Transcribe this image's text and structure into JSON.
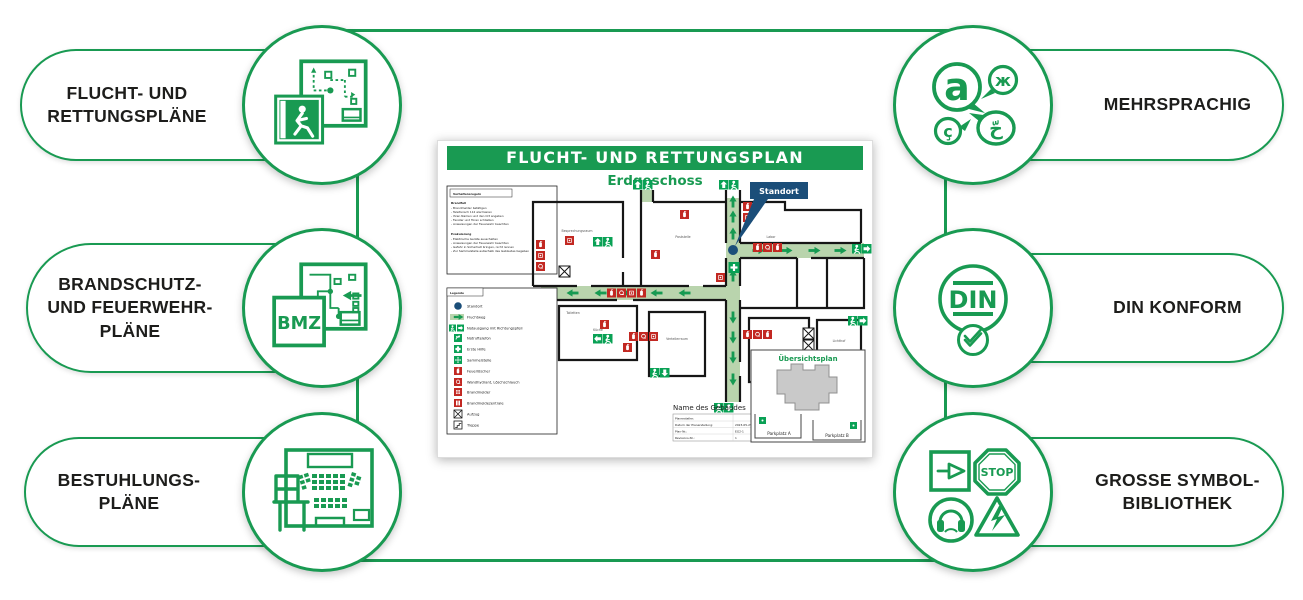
{
  "palette": {
    "green": "#199a52",
    "sign_green": "#09a155",
    "route_green": "#b9d4ad",
    "red": "#c22822",
    "navy": "#1b4e79",
    "footprint_gray": "#c9c9c9"
  },
  "features": {
    "left": [
      {
        "icon": "escape-plan-icon",
        "lines": [
          "FLUCHT- UND",
          "RETTUNGSPLÄNE"
        ]
      },
      {
        "icon": "fire-protection-plan-icon",
        "lines": [
          "BRANDSCHUTZ-",
          "UND FEUERWEHR-",
          "PLÄNE"
        ]
      },
      {
        "icon": "seating-plan-icon",
        "lines": [
          "BESTUHLUNGS-",
          "PLÄNE"
        ]
      }
    ],
    "right": [
      {
        "icon": "multilingual-icon",
        "lines": [
          "MEHRSPRACHIG"
        ]
      },
      {
        "icon": "din-conform-icon",
        "lines": [
          "DIN KONFORM"
        ]
      },
      {
        "icon": "symbol-library-icon",
        "lines": [
          "GROSSE SYMBOL-",
          "BIBLIOTHEK"
        ]
      }
    ]
  },
  "icons": {
    "bmz_text": "BMZ",
    "din_text": "DIN",
    "stop_text": "STOP",
    "language_glyphs": [
      "a",
      "ж",
      "ç",
      "حّ"
    ]
  },
  "plan": {
    "title": "FLUCHT- UND RETTUNGSPLAN",
    "floor": "Erdgeschoss",
    "standort_label": "Standort",
    "rules": {
      "title": "Verhaltensregeln",
      "sections": [
        {
          "heading": "Brandfall",
          "items": [
            "- Brandmelder betätigen",
            "- Telefonisch 112 alarmieren",
            "- Ihren Namen und den Ort angeben",
            "- Fenster und Türen schließen",
            "- Anweisungen der Feuerwehr beachten"
          ]
        },
        {
          "heading": "Evakuierung",
          "items": [
            "- Elektrische Geräte ausschalten",
            "- Anweisungen der Feuerwehr beachten",
            "- Gefahr in Sicherheit bringen, nicht rennen",
            "- Zur Sammelstelle außerhalb des Gebäudes begeben"
          ]
        }
      ]
    },
    "legend": {
      "title": "Legende",
      "items": [
        {
          "icon": "standort-dot",
          "label": "Standort"
        },
        {
          "icon": "fluchtweg-arrow",
          "label": "Fluchtweg"
        },
        {
          "icon": "notausgang-sign",
          "label": "Notausgang mit Richtungspfeil"
        },
        {
          "icon": "notruftelefon-sign",
          "label": "Notruftelefon"
        },
        {
          "icon": "erste-hilfe-sign",
          "label": "Erste Hilfe"
        },
        {
          "icon": "sammelstelle-sign",
          "label": "Sammelstelle"
        },
        {
          "icon": "feuerloescher-sign",
          "label": "Feuerlöscher"
        },
        {
          "icon": "wandhydrant-sign",
          "label": "Wandhydrant, Löschschlauch"
        },
        {
          "icon": "brandmelder-sign",
          "label": "Brandmelder"
        },
        {
          "icon": "brandmeldezentrale-sign",
          "label": "Brandmeldezentrale"
        },
        {
          "icon": "aufzug-sign",
          "label": "Aufzug"
        },
        {
          "icon": "treppe-sign",
          "label": "Treppe"
        }
      ]
    },
    "rooms": [
      "Besprechungsraum",
      "Poststelle",
      "Labor",
      "Toiletten",
      "Küche",
      "Verteilerraum",
      "Haustechnikraum",
      "Lichthof"
    ],
    "overview": {
      "title": "Übersichtsplan",
      "parking_a": "Parkplatz A",
      "parking_b": "Parkplatz B"
    },
    "building": {
      "name_label": "Name des Gebäudes",
      "info_rows": [
        {
          "label": "Planersteller:",
          "value": ""
        },
        {
          "label": "Datum der Planerstellung:",
          "value": "2023-05-25"
        },
        {
          "label": "Plan-Nr.:",
          "value": "EG2-1"
        },
        {
          "label": "Revisions-Nr.:",
          "value": "1"
        }
      ]
    }
  }
}
